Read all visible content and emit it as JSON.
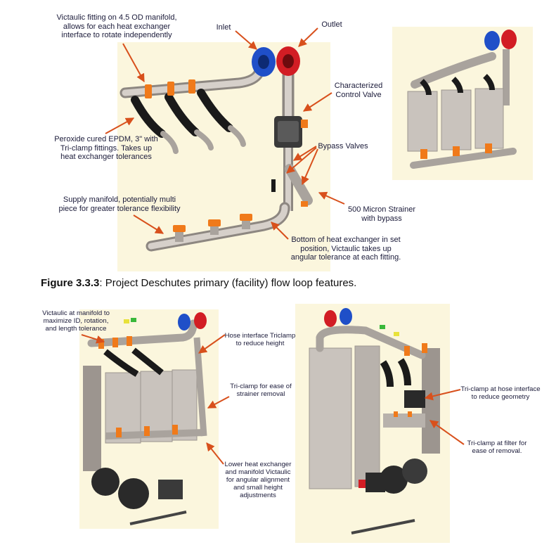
{
  "figure": {
    "label": "Figure 3.3.3",
    "title": ": Project Deschutes primary (facility) flow loop features."
  },
  "top_diagram": {
    "callouts": {
      "victaulic_manifold": "Victaulic fitting on 4.5 OD manifold,\nallows for each heat exchanger\ninterface to rotate independently",
      "inlet": "Inlet",
      "outlet": "Outlet",
      "control_valve": "Characterized\nControl Valve",
      "epdm": "Peroxide cured EPDM, 3\" with\nTri-clamp fittings.  Takes up\nheat exchanger tolerances",
      "bypass_valves": "Bypass Valves",
      "supply_manifold": "Supply manifold, potentially multi\npiece for greater tolerance flexibility",
      "strainer": "500 Micron Strainer\nwith bypass",
      "bottom_hx": "Bottom of heat exchanger in set\nposition, Victaulic takes up\nangular tolerance at each fitting."
    }
  },
  "bottom_left_diagram": {
    "callouts": {
      "victaulic_manifold": "Victaulic at manifold to\nmaximize ID, rotation,\nand length tolerance",
      "hose_interface": "Hose interface Triclamp\nto reduce height",
      "triclamp_strainer": "Tri-clamp for ease of\nstrainer removal",
      "lower_hx": "Lower heat exchanger\nand manifold Victaulic\nfor angular alignment\nand small height\nadjustments"
    }
  },
  "bottom_right_diagram": {
    "callouts": {
      "triclamp_hose": "Tri-clamp at hose interface\nto reduce geometry",
      "triclamp_filter": "Tri-clamp at filter for\nease of removal."
    }
  },
  "colors": {
    "panel_bg": "#fbf6dd",
    "arrow": "#d8501c",
    "steel": "#c9c3bd",
    "steel_dark": "#8d8781",
    "hose": "#1a1a1a",
    "clamp": "#f07a1a",
    "flange_inlet": "#1f4fc8",
    "flange_outlet": "#d21d24",
    "motor": "#2a2a2a"
  }
}
